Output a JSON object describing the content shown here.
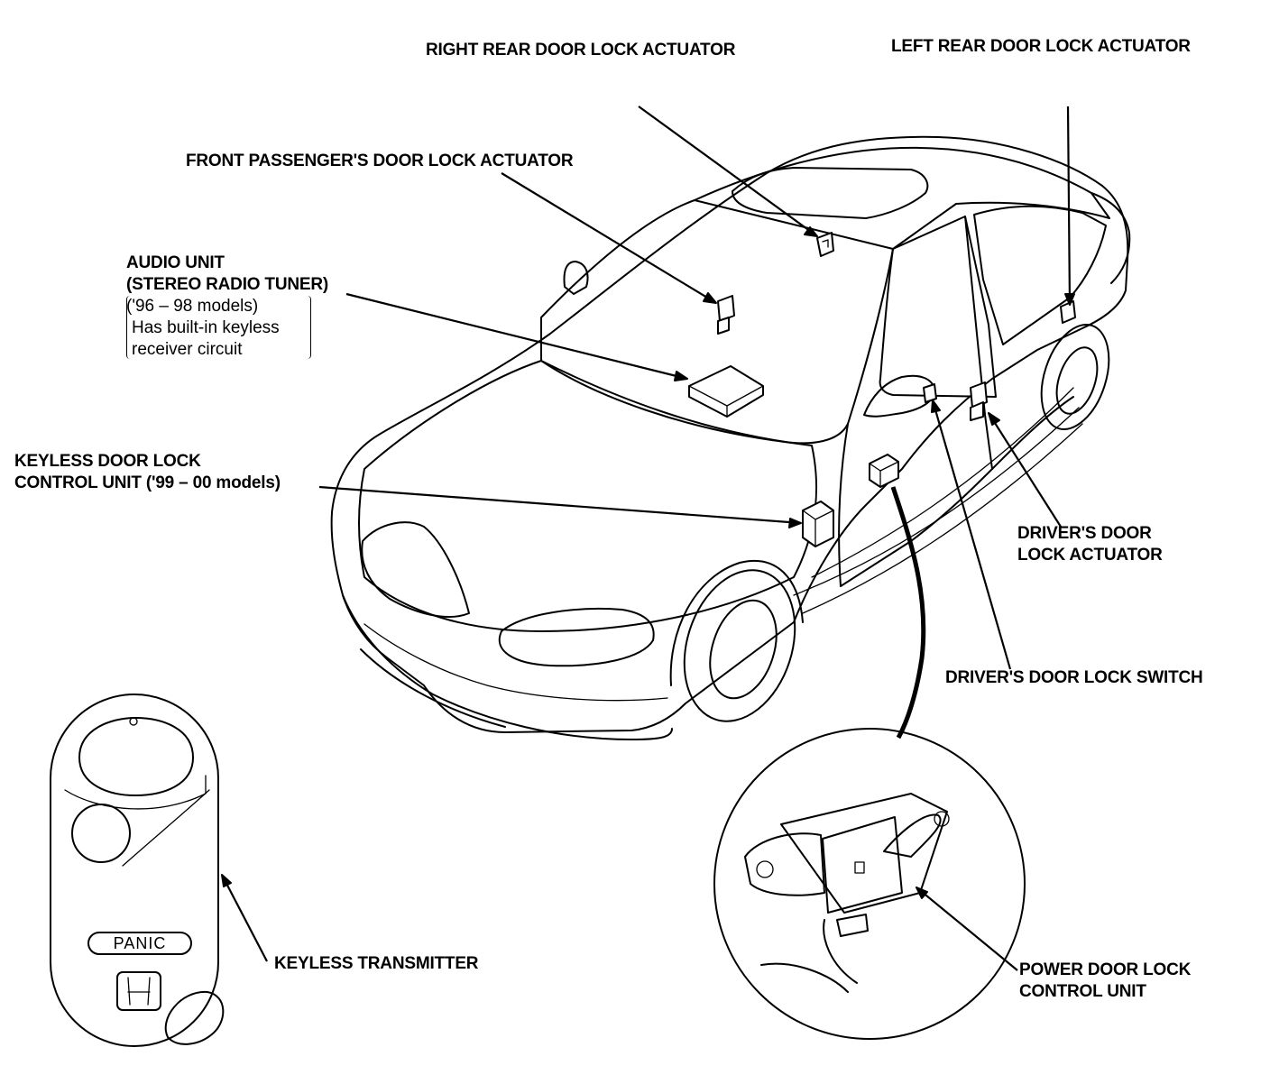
{
  "labels": {
    "right_rear_actuator": "RIGHT REAR DOOR LOCK ACTUATOR",
    "left_rear_actuator": "LEFT REAR DOOR LOCK ACTUATOR",
    "front_passenger_actuator": "FRONT PASSENGER'S DOOR LOCK ACTUATOR",
    "audio_unit": {
      "line1": "AUDIO UNIT",
      "line2": "(STEREO RADIO TUNER)",
      "line3": "('96 – 98 models)",
      "line4": "Has built-in keyless",
      "line5": "receiver circuit"
    },
    "keyless_control_unit": {
      "line1": "KEYLESS DOOR LOCK",
      "line2": "CONTROL UNIT ('99 – 00 models)"
    },
    "drivers_door_actuator": {
      "line1": "DRIVER'S DOOR",
      "line2": "LOCK ACTUATOR"
    },
    "drivers_door_switch": "DRIVER'S DOOR LOCK SWITCH",
    "keyless_transmitter": "KEYLESS TRANSMITTER",
    "power_door_lock_unit": {
      "line1": "POWER DOOR LOCK",
      "line2": "CONTROL UNIT"
    }
  },
  "transmitter": {
    "panic_button_label": "PANIC"
  }
}
